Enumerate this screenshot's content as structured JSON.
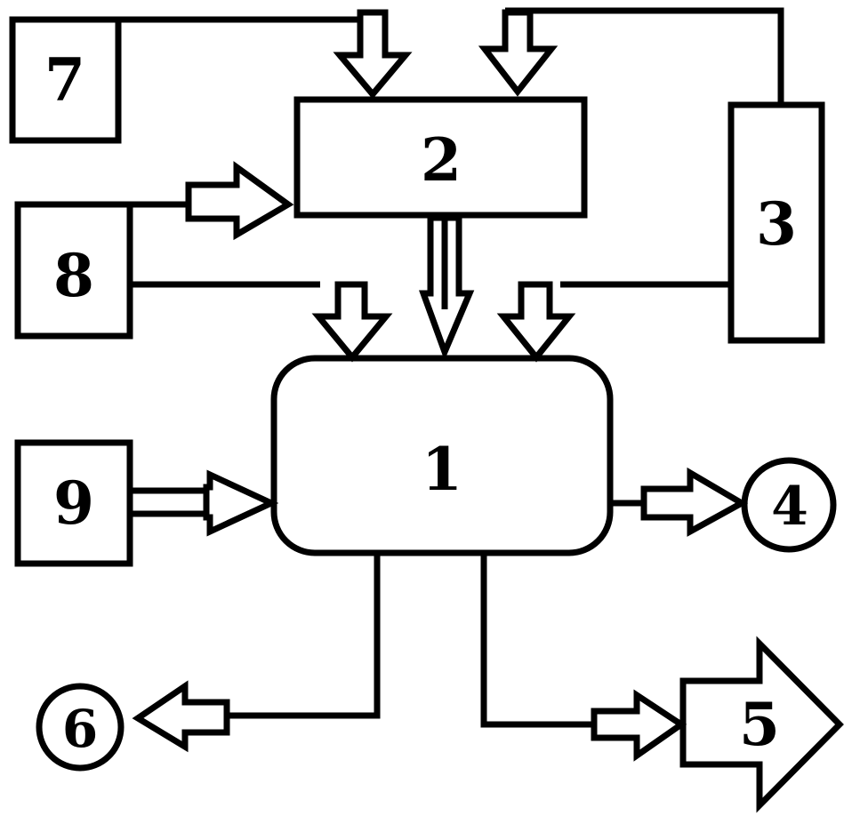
{
  "diagram": {
    "labels": {
      "block1": "1",
      "block2": "2",
      "block3": "3",
      "output4": "4",
      "output5": "5",
      "output6": "6",
      "block7": "7",
      "block8": "8",
      "block9": "9"
    },
    "colors": {
      "stroke": "#000000",
      "fill": "#ffffff"
    }
  }
}
